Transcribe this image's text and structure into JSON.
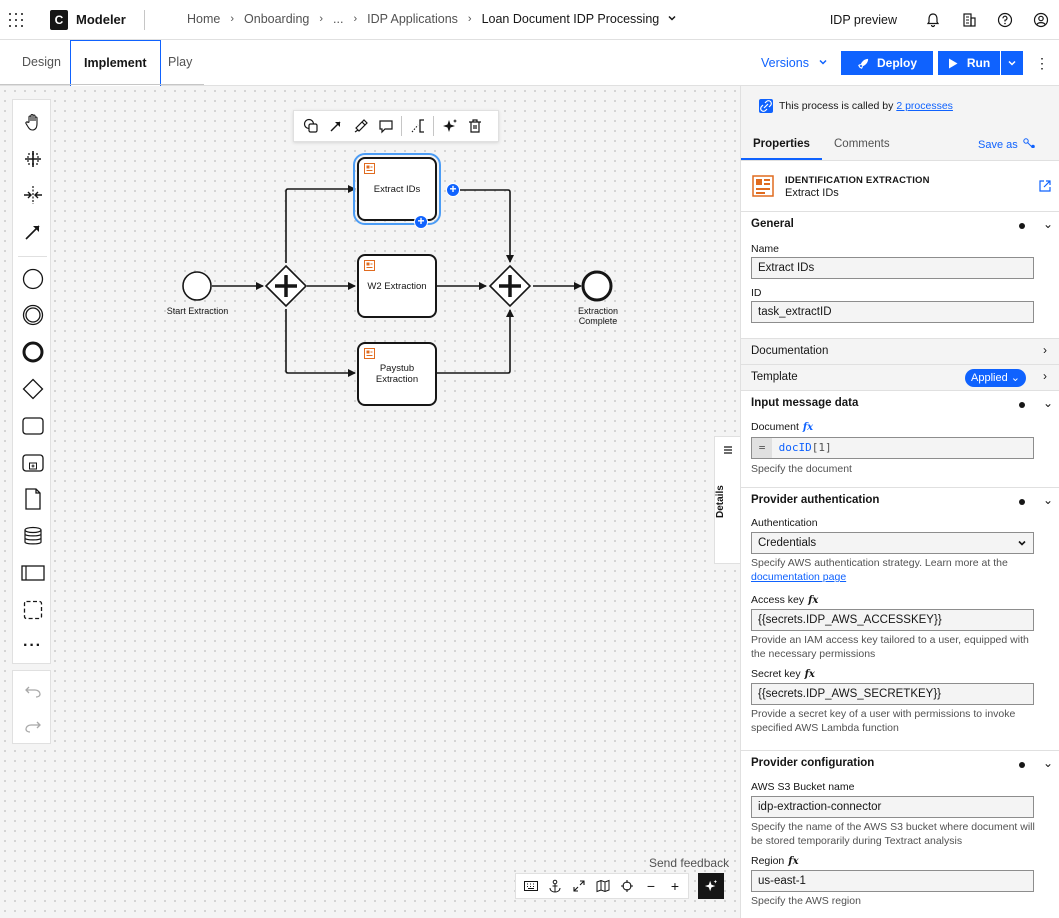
{
  "topbar": {
    "app_name": "Modeler",
    "logo": "C",
    "breadcrumbs": [
      "Home",
      "Onboarding",
      "...",
      "IDP Applications",
      "Loan Document IDP Processing"
    ],
    "idp_preview": "IDP preview"
  },
  "subbar": {
    "tabs": [
      "Design",
      "Implement",
      "Play"
    ],
    "versions": "Versions",
    "deploy": "Deploy",
    "run": "Run"
  },
  "diagram": {
    "start_label": "Start Extraction",
    "end_label": "Extraction Complete",
    "tasks": [
      "Extract IDs",
      "W2 Extraction",
      "Paystub Extraction"
    ]
  },
  "canvas": {
    "details": "Details",
    "send_feedback": "Send feedback"
  },
  "panel": {
    "called_prefix": "This process is called by",
    "called_link": "2 processes",
    "tabs": [
      "Properties",
      "Comments"
    ],
    "save_as": "Save as",
    "element_type": "IDENTIFICATION EXTRACTION",
    "element_name": "Extract IDs",
    "general": {
      "title": "General",
      "name_label": "Name",
      "name_value": "Extract IDs",
      "id_label": "ID",
      "id_value": "task_extractID"
    },
    "documentation": "Documentation",
    "template": {
      "title": "Template",
      "badge": "Applied"
    },
    "input": {
      "title": "Input message data",
      "document_label": "Document",
      "document_eq": "=",
      "document_value": "docID",
      "document_index": "[1]",
      "document_hint": "Specify the document"
    },
    "auth": {
      "title": "Provider authentication",
      "auth_label": "Authentication",
      "auth_value": "Credentials",
      "auth_hint": "Specify AWS authentication strategy. Learn more at the",
      "auth_hint_link": "documentation page",
      "access_label": "Access key",
      "access_value": "{{secrets.IDP_AWS_ACCESSKEY}}",
      "access_hint": "Provide an IAM access key tailored to a user, equipped with the necessary permissions",
      "secret_label": "Secret key",
      "secret_value": "{{secrets.IDP_AWS_SECRETKEY}}",
      "secret_hint": "Provide a secret key of a user with permissions to invoke specified AWS Lambda function"
    },
    "config": {
      "title": "Provider configuration",
      "bucket_label": "AWS S3 Bucket name",
      "bucket_value": "idp-extraction-connector",
      "bucket_hint": "Specify the name of the AWS S3 bucket where document will be stored temporarily during Textract analysis",
      "region_label": "Region",
      "region_value": "us-east-1",
      "region_hint": "Specify the AWS region"
    },
    "fx": "fx"
  }
}
